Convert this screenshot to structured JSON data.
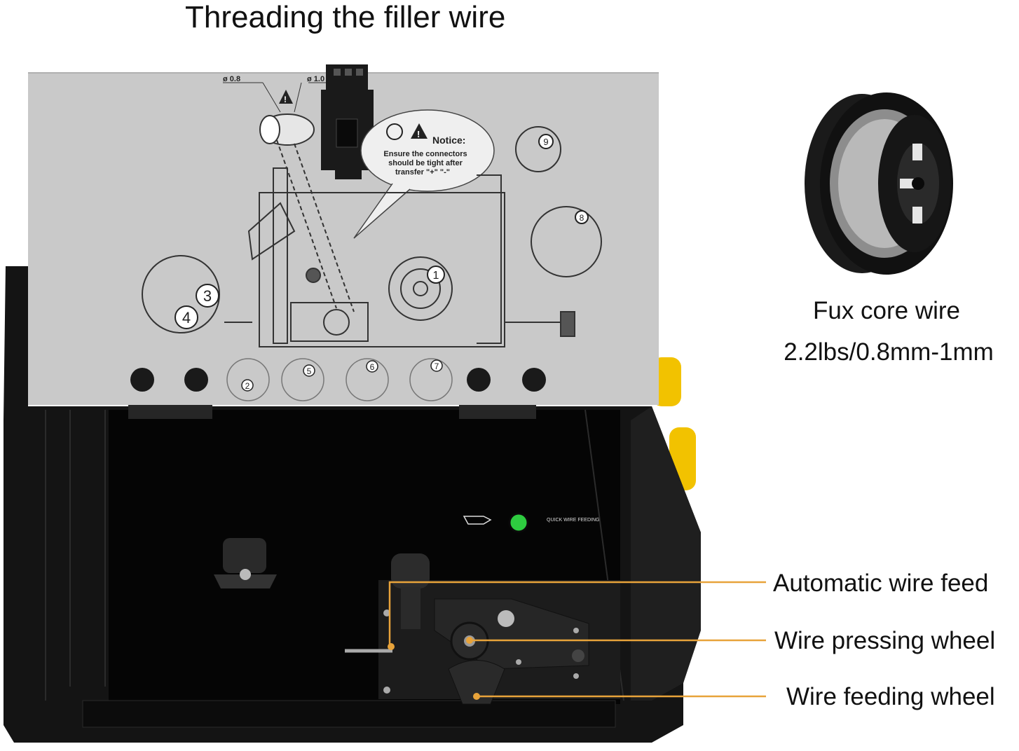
{
  "title": "Threading the filler wire",
  "lid": {
    "dia_small": "ø 0.8",
    "dia_large": "ø 1.0",
    "notice_title": "Notice:",
    "notice_line1": "Ensure the connectors",
    "notice_line2": "should be tight after",
    "notice_line3": "transfer \"+\" \"-\"",
    "steps": [
      "1",
      "2",
      "3",
      "4",
      "5",
      "6",
      "7",
      "8",
      "9"
    ]
  },
  "panel": {
    "button_label": "QUICK WIRE FEEDING"
  },
  "spool": {
    "caption_line1": "Fux core wire",
    "caption_line2": "2.2lbs/0.8mm-1mm"
  },
  "callouts": {
    "auto_feed": "Automatic wire feed",
    "pressing_wheel": "Wire pressing wheel",
    "feeding_wheel": "Wire feeding wheel"
  },
  "colors": {
    "callout_line": "#e8a33a",
    "body": "#111111",
    "lid": "#c9c9c9",
    "accent_yellow": "#f2c200",
    "button_green": "#2ecc40"
  }
}
